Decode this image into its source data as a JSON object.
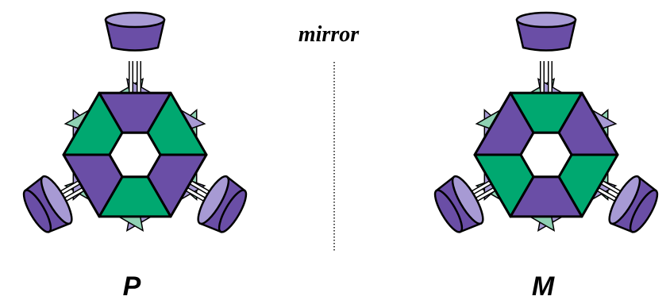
{
  "labels": {
    "mirror": "mirror",
    "left": "P",
    "right": "M"
  },
  "colors": {
    "purple": "#6a4ea6",
    "green": "#00a870",
    "light_purple": "#a79ad4",
    "light_green": "#8fd1b3",
    "outline": "#000000",
    "background": "#ffffff"
  },
  "molecules": [
    {
      "name": "left-enantiomer",
      "label_key": "left",
      "first_face": "purple"
    },
    {
      "name": "right-enantiomer",
      "label_key": "right",
      "first_face": "green"
    }
  ]
}
